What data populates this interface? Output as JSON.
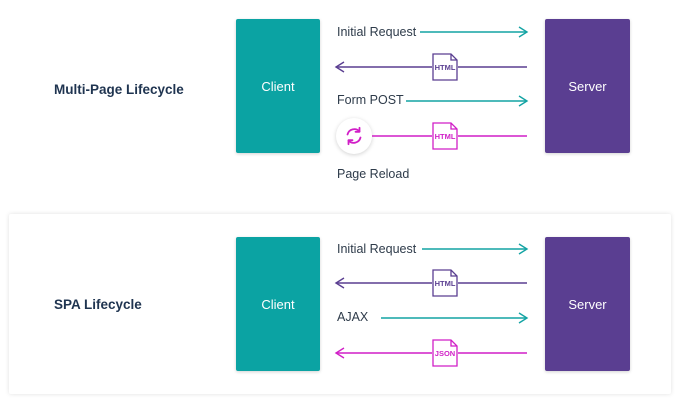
{
  "colors": {
    "client": "#0ba3a3",
    "server": "#5a3e91",
    "teal_arrow": "#12a3a3",
    "purple_arrow": "#5a3e91",
    "magenta_arrow": "#d11fc7",
    "title_text": "#1f3450"
  },
  "multi_page": {
    "title": "Multi-Page Lifecycle",
    "client_label": "Client",
    "server_label": "Server",
    "request_label": "Initial Request",
    "html_doc_label": "HTML",
    "form_label": "Form POST",
    "reload_doc_label": "HTML",
    "reload_label": "Page Reload",
    "reload_icon": "refresh-icon"
  },
  "spa": {
    "title": "SPA Lifecycle",
    "client_label": "Client",
    "server_label": "Server",
    "request_label": "Initial Request",
    "html_doc_label": "HTML",
    "ajax_label": "AJAX",
    "json_doc_label": "JSON"
  }
}
